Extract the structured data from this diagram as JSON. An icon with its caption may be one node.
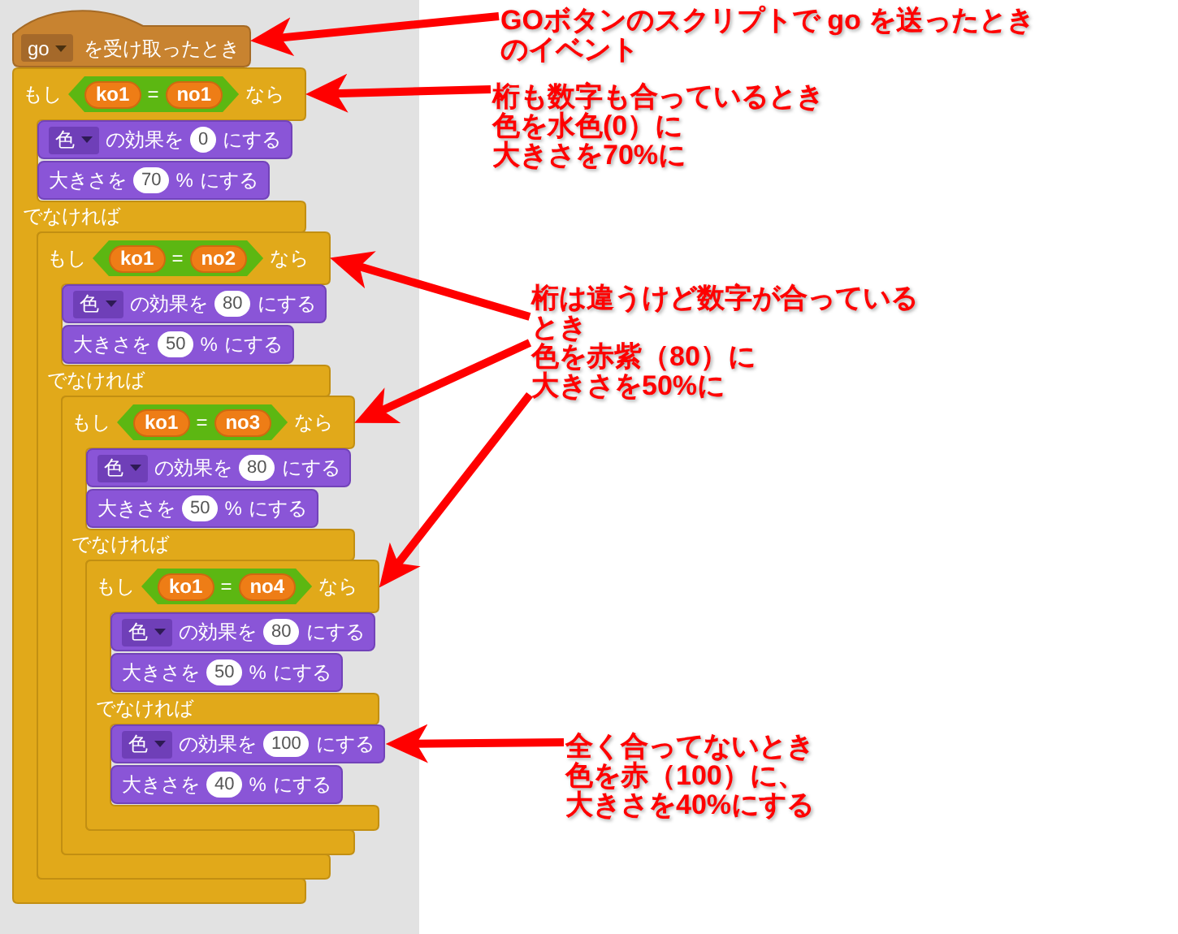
{
  "diagram": {
    "nodes": [
      {
        "text": [
          "を受け取ったとき"
        ]
      },
      {
        "text": [
          "go"
        ],
        "in": 0
      },
      {
        "text": [
          "もし",
          "なら",
          "でなければ"
        ]
      },
      {
        "text": [
          "="
        ],
        "in": 2
      },
      {
        "text": [
          "ko1"
        ],
        "in": 3
      },
      {
        "text": [
          "no1"
        ],
        "in": 3
      },
      {
        "text": [
          "の効果を",
          "にする"
        ],
        "in": 2
      },
      {
        "text": [
          "色"
        ],
        "in": 6
      },
      {
        "text": [
          "0"
        ],
        "in": 6
      },
      {
        "text": [
          "大きさを",
          "%",
          "にする"
        ],
        "in": 2
      },
      {
        "text": [
          "70"
        ],
        "in": 9
      },
      {
        "text": [
          "もし",
          "なら",
          "でなければ"
        ],
        "in": 2
      },
      {
        "text": [
          "="
        ],
        "in": 11
      },
      {
        "text": [
          "ko1"
        ],
        "in": 12
      },
      {
        "text": [
          "no2"
        ],
        "in": 12
      },
      {
        "text": [
          "の効果を",
          "にする"
        ],
        "in": 11
      },
      {
        "text": [
          "色"
        ],
        "in": 15
      },
      {
        "text": [
          "80"
        ],
        "in": 15
      },
      {
        "text": [
          "大きさを",
          "%",
          "にする"
        ],
        "in": 11
      },
      {
        "text": [
          "50"
        ],
        "in": 18
      },
      {
        "text": [
          "もし",
          "なら",
          "でなければ"
        ],
        "in": 11
      },
      {
        "text": [
          "="
        ],
        "in": 20
      },
      {
        "text": [
          "ko1"
        ],
        "in": 21
      },
      {
        "text": [
          "no3"
        ],
        "in": 21
      },
      {
        "text": [
          "の効果を",
          "にする"
        ],
        "in": 20
      },
      {
        "text": [
          "色"
        ],
        "in": 24
      },
      {
        "text": [
          "80"
        ],
        "in": 24
      },
      {
        "text": [
          "大きさを",
          "%",
          "にする"
        ],
        "in": 20
      },
      {
        "text": [
          "50"
        ],
        "in": 27
      },
      {
        "text": [
          "もし",
          "なら",
          "でなければ"
        ],
        "in": 20
      },
      {
        "text": [
          "="
        ],
        "in": 29
      },
      {
        "text": [
          "ko1"
        ],
        "in": 30
      },
      {
        "text": [
          "no4"
        ],
        "in": 30
      },
      {
        "text": [
          "の効果を",
          "にする"
        ],
        "in": 29
      },
      {
        "text": [
          "色"
        ],
        "in": 33
      },
      {
        "text": [
          "80"
        ],
        "in": 33
      },
      {
        "text": [
          "大きさを",
          "%",
          "にする"
        ],
        "in": 29
      },
      {
        "text": [
          "50"
        ],
        "in": 36
      },
      {
        "text": [
          "の効果を",
          "にする"
        ],
        "in": 29
      },
      {
        "text": [
          "色"
        ],
        "in": 38
      },
      {
        "text": [
          "100"
        ],
        "in": 38
      },
      {
        "text": [
          "大きさを",
          "%",
          "にする"
        ],
        "in": 29
      },
      {
        "text": [
          "40"
        ],
        "in": 41
      },
      {
        "text": [
          "GOボタンのスクリプトで go を送ったときのイベント"
        ]
      },
      {
        "text": [
          "桁も数字も合っているとき",
          "色を水色(0）に",
          "大きさを70%に"
        ]
      },
      {
        "text": [
          "桁は違うけど数字が合っているとき",
          "色を赤紫（80）に",
          "大きさを50%に"
        ]
      },
      {
        "text": [
          "全く合ってないとき",
          "色を赤（100）に、",
          "大きさを40%にする"
        ]
      }
    ],
    "edges": [
      {
        "from": 43,
        "to": 0,
        "arrow": "to"
      },
      {
        "from": 44,
        "to": 2,
        "arrow": "to"
      },
      {
        "from": 45,
        "to": 11,
        "arrow": "to"
      },
      {
        "from": 45,
        "to": 20,
        "arrow": "to"
      },
      {
        "from": 45,
        "to": 29,
        "arrow": "to"
      },
      {
        "from": 46,
        "to": 38,
        "arrow": "to"
      }
    ]
  }
}
